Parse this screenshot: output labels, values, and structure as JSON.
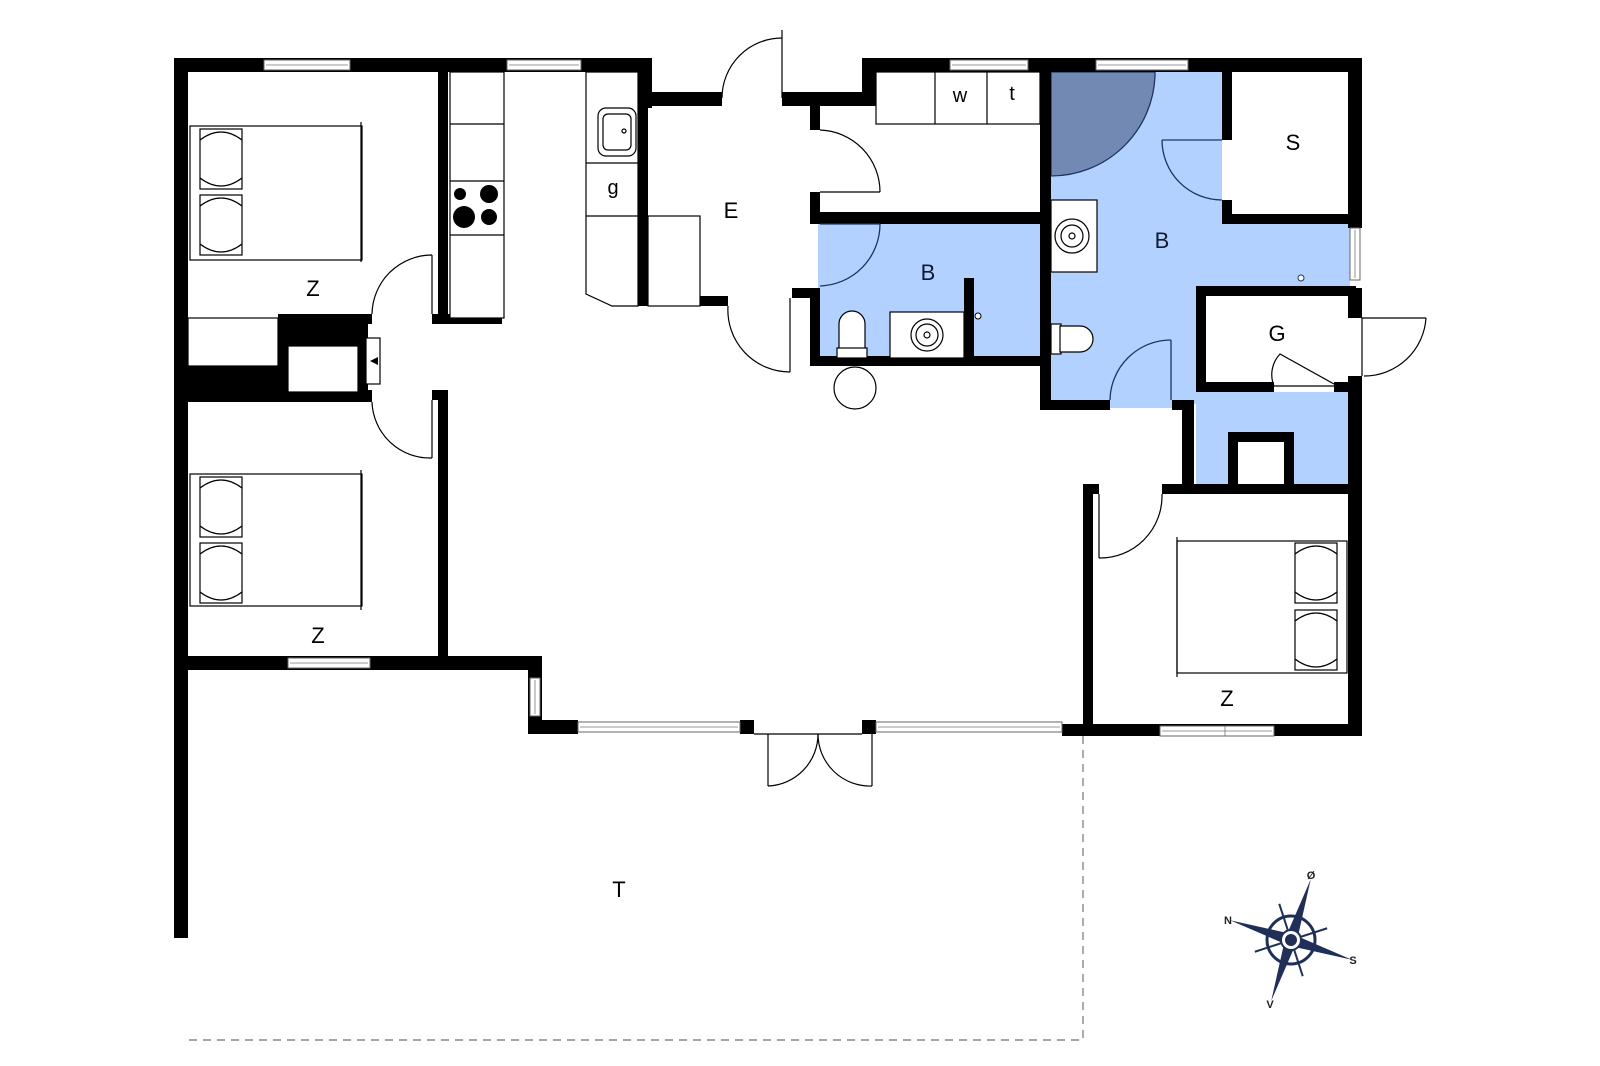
{
  "floorplan": {
    "type": "house floor plan",
    "colors": {
      "wall": "#000000",
      "bathroom_fill": "#b3d1ff",
      "shower_fill": "#7189b3",
      "background": "#ffffff"
    },
    "rooms": [
      {
        "id": "bedroom-1",
        "label": "Z",
        "meaning": "bedroom (top left)"
      },
      {
        "id": "bedroom-2",
        "label": "Z",
        "meaning": "bedroom (middle left)"
      },
      {
        "id": "bedroom-3",
        "label": "Z",
        "meaning": "bedroom (right)"
      },
      {
        "id": "entrance",
        "label": "E",
        "meaning": "entrance hall"
      },
      {
        "id": "bathroom-1",
        "label": "B",
        "meaning": "small bathroom"
      },
      {
        "id": "bathroom-2",
        "label": "B",
        "meaning": "large bathroom"
      },
      {
        "id": "sauna",
        "label": "S",
        "meaning": "sauna"
      },
      {
        "id": "utility",
        "label": "G",
        "meaning": "utility room"
      },
      {
        "id": "terrace",
        "label": "T",
        "meaning": "terrace"
      }
    ],
    "fixtures": {
      "kitchen_appliance": "g",
      "washer": "w",
      "dryer": "t"
    },
    "compass": {
      "north": "N",
      "east": "Ø",
      "south": "S",
      "west": "V"
    }
  }
}
